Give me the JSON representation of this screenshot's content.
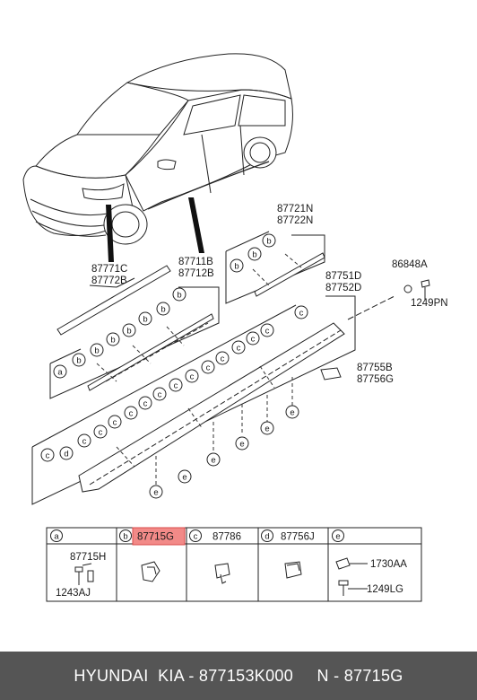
{
  "callouts": {
    "molding_front": [
      "87771C",
      "87772B"
    ],
    "garnish_upper": [
      "87711B",
      "87712B"
    ],
    "garnish_rear": [
      "87721N",
      "87722N"
    ],
    "side_sill": [
      "87751D",
      "87752D"
    ],
    "bracket": [
      "87755B",
      "87756G"
    ],
    "fastener_nut": "86848A",
    "fastener_screw": "1249PN"
  },
  "legend": {
    "cells": [
      {
        "letter": "a",
        "part": ""
      },
      {
        "letter": "b",
        "part": "87715G"
      },
      {
        "letter": "c",
        "part": "87786"
      },
      {
        "letter": "d",
        "part": "87756J"
      },
      {
        "letter": "e",
        "part": ""
      }
    ],
    "a_parts": [
      "87715H",
      "1243AJ"
    ],
    "e_parts": [
      "1730AA",
      "1249LG"
    ]
  },
  "highlight_color": "#f08080",
  "footer": {
    "brand": "HYUNDAI  KIA - 877153K000",
    "code": "N - 87715G"
  }
}
